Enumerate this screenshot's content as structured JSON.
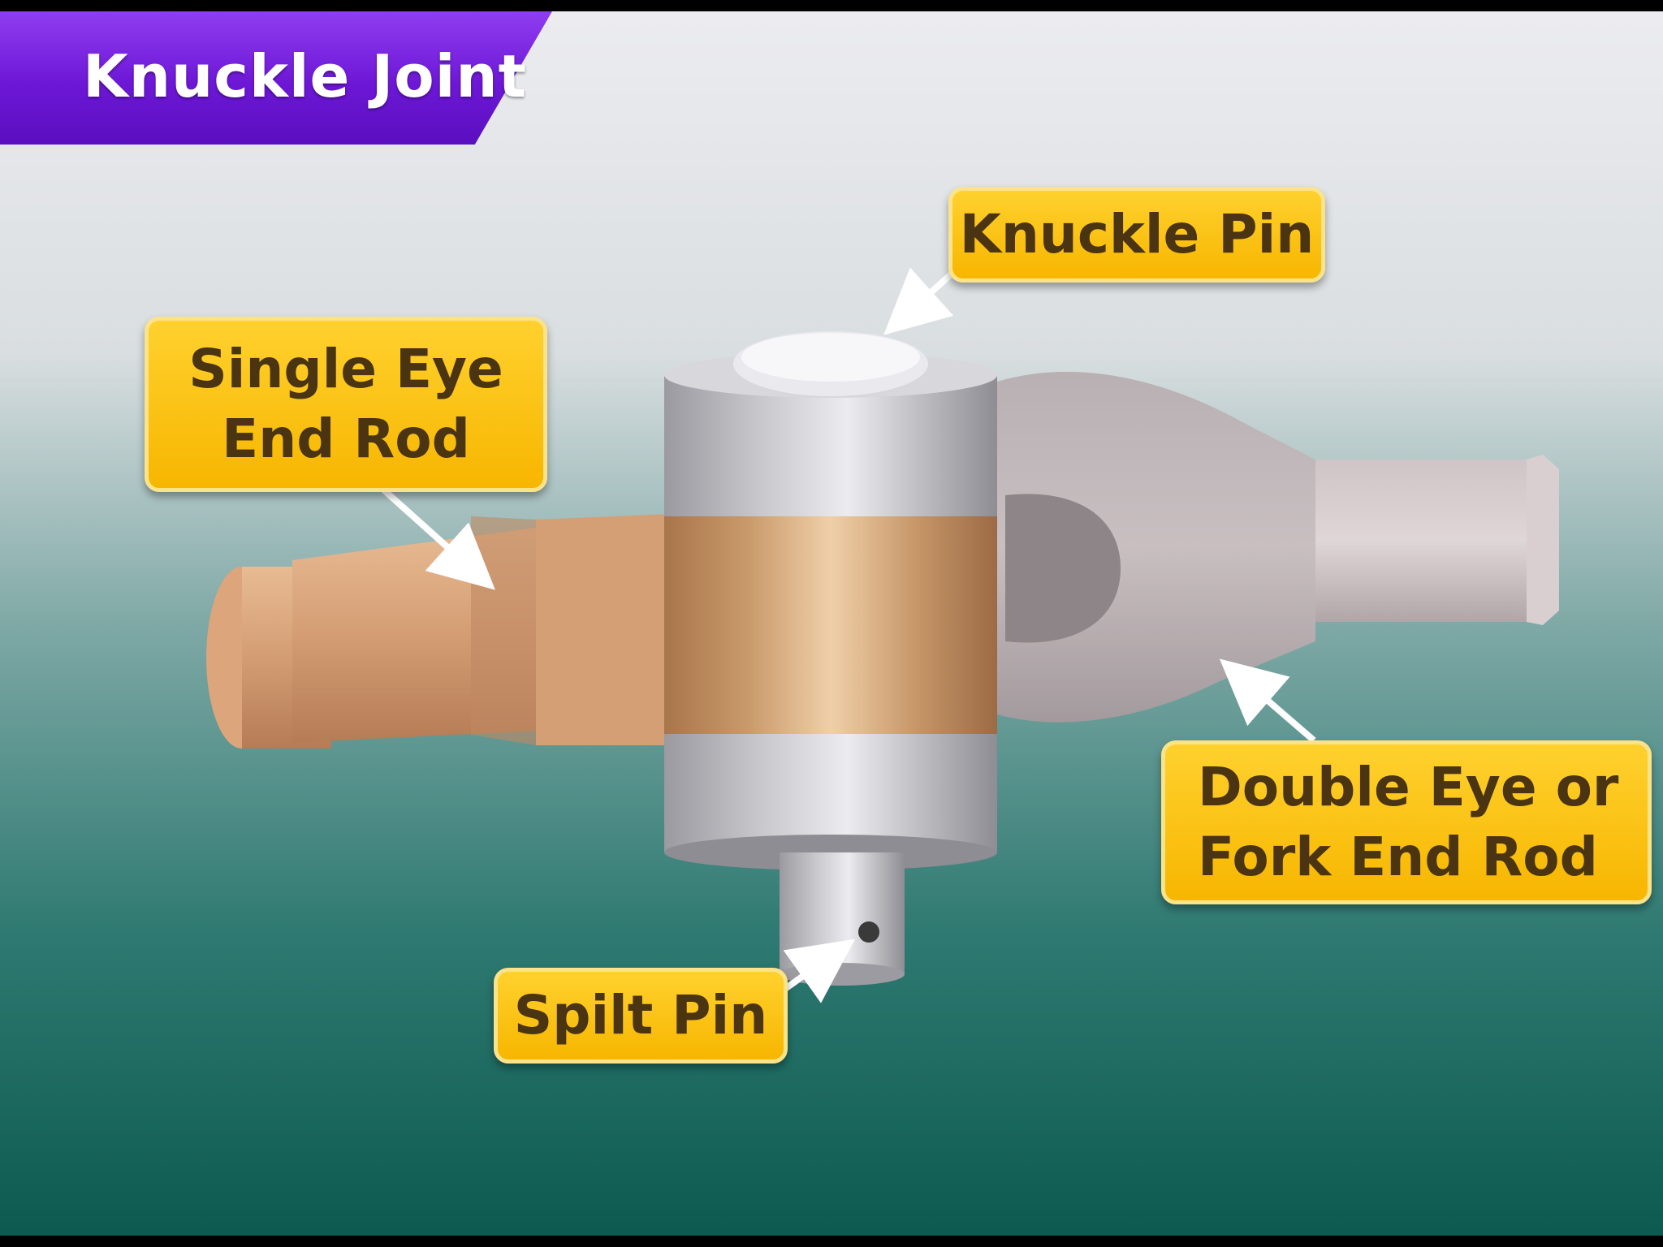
{
  "title": "Knuckle Joint",
  "labels": {
    "knuckle_pin": [
      "Knuckle Pin"
    ],
    "single_eye": [
      "Single Eye",
      "End Rod"
    ],
    "double_eye": [
      "Double Eye or",
      "Fork End Rod"
    ],
    "split_pin": [
      "Spilt Pin"
    ]
  },
  "colors": {
    "banner": "#7a22e0",
    "callout": "#f9c00c",
    "callout_text": "#4a3412",
    "copper": "#d6a278",
    "steel": "#c4c4c8",
    "background_top": "#e9e9ee",
    "background_bottom": "#0d5a50"
  }
}
